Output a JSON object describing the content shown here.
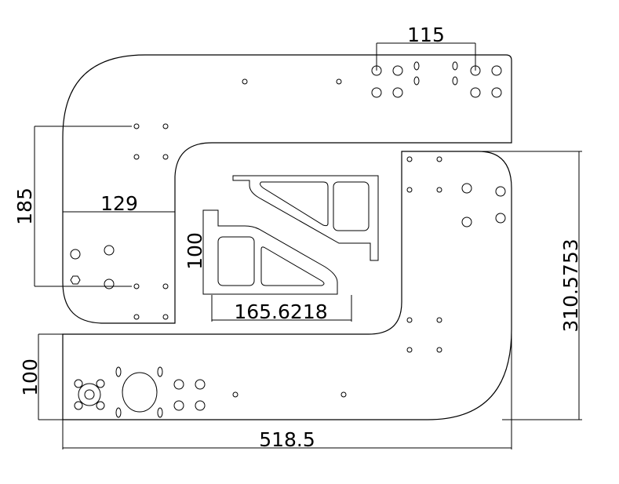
{
  "dimensions": {
    "top_width": "115",
    "left_height": "185",
    "left_inset": "129",
    "profile_height": "100",
    "profile_length": "165.6218",
    "right_height": "310.5753",
    "bottom_height": "100",
    "overall_width": "518.5"
  }
}
